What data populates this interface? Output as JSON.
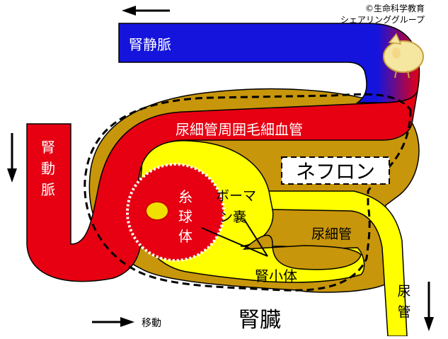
{
  "credit": {
    "line1": "©生命科学教育",
    "line2": "シェアリンググループ"
  },
  "labels": {
    "renal_vein": "腎静脈",
    "renal_artery": [
      "腎",
      "動",
      "脈"
    ],
    "peritubular_capillary": "尿細管周囲毛細血管",
    "nephron": "ネフロン",
    "bowman_capsule": [
      "ボーマ",
      "ン嚢"
    ],
    "glomerulus": [
      "糸",
      "球",
      "体"
    ],
    "renal_tubule": "尿細管",
    "renal_corpuscle": "腎小体",
    "ureter": [
      "尿",
      "管"
    ],
    "movement": "移動",
    "kidney": "腎臓"
  },
  "colors": {
    "vein": "#1414dc",
    "artery": "#e60012",
    "kidney_tissue": "#c8960a",
    "tubule": "#ffff00",
    "outline": "#000000"
  },
  "icons": {
    "vein_arrow": "arrow-left-icon",
    "artery_arrow": "arrow-down-icon",
    "ureter_arrow": "arrow-down-icon",
    "movement_arrow": "arrow-right-icon",
    "mascot": "mascot-icon"
  }
}
